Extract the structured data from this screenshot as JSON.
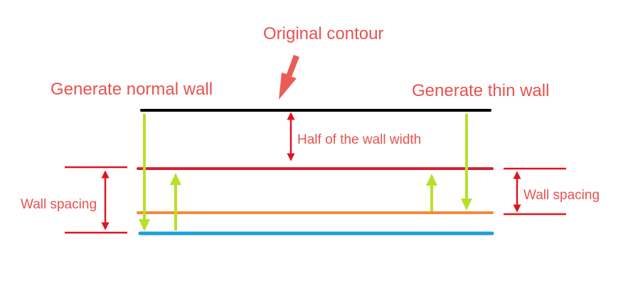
{
  "labels": {
    "original_contour": "Original contour",
    "generate_normal_wall": "Generate normal wall",
    "generate_thin_wall": "Generate thin wall",
    "half_wall_width": "Half of the wall width",
    "wall_spacing_left": "Wall spacing",
    "wall_spacing_right": "Wall spacing"
  },
  "colors": {
    "label_text": "#e8524f",
    "original_contour_line": "#000000",
    "first_wall_line": "#d2242f",
    "second_wall_line": "#f08b3a",
    "normal_wall_line": "#1aa0d8",
    "dimension_marker": "#e0141e",
    "path_arrow": "#b8e02a",
    "pointer_arrow": "#ec5c57"
  }
}
